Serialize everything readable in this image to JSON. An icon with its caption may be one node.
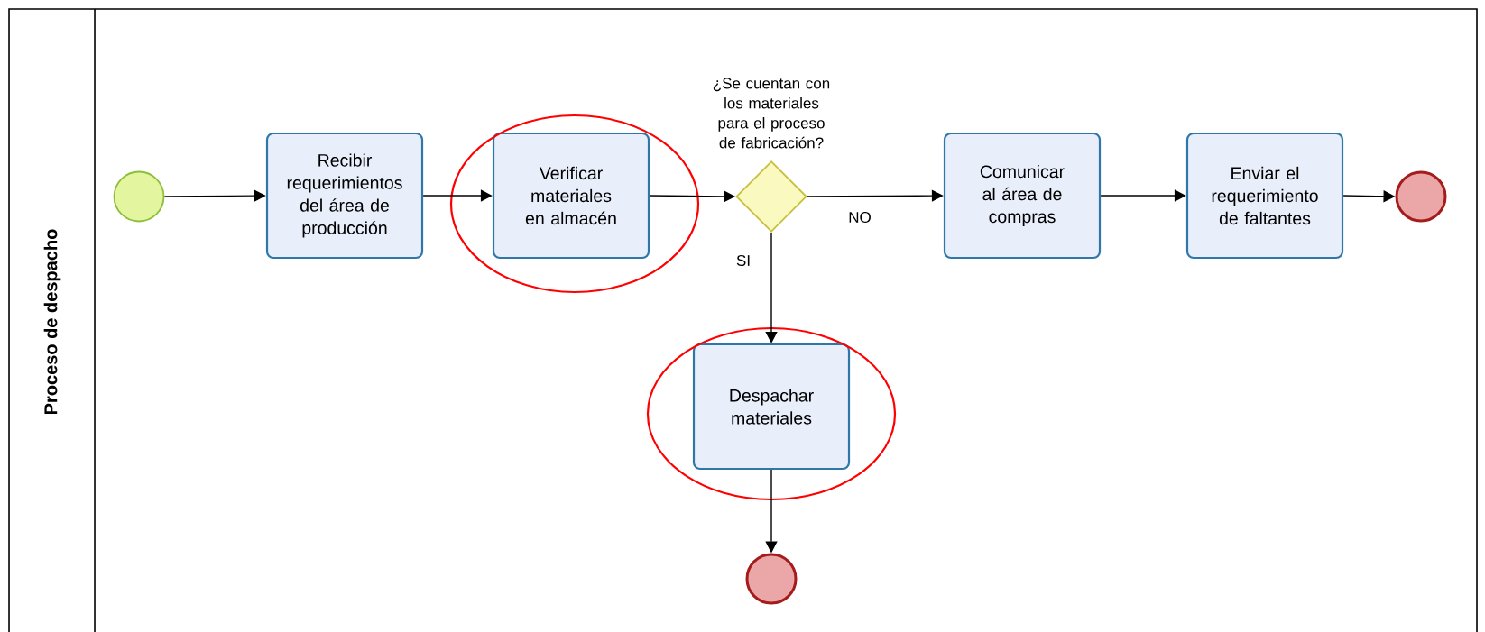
{
  "diagram": {
    "nodes": [
      {
        "text": [
          "Proceso de despacho"
        ]
      },
      {
        "text": [],
        "shape": "circle",
        "in": 0
      },
      {
        "text": [
          "Recibir requerimientos del área de producción"
        ],
        "in": 0
      },
      {
        "text": [
          "Verificar materiales en almacén"
        ],
        "in": 0
      },
      {
        "text": [],
        "shape": "diamond",
        "in": 0,
        "beside": [
          "¿Se cuentan con los materiales para el proceso de fabricación?"
        ]
      },
      {
        "text": [
          "Comunicar al área de compras"
        ],
        "in": 0
      },
      {
        "text": [
          "Enviar el requerimiento de faltantes"
        ],
        "in": 0
      },
      {
        "text": [],
        "shape": "circle",
        "in": 0
      },
      {
        "text": [
          "Despachar materiales"
        ],
        "in": 0
      },
      {
        "text": [],
        "shape": "circle",
        "in": 0
      }
    ],
    "edges": [
      {
        "from": 1,
        "to": 2,
        "arrow": "to"
      },
      {
        "from": 2,
        "to": 3,
        "arrow": "to"
      },
      {
        "from": 3,
        "to": 4,
        "arrow": "to"
      },
      {
        "from": 4,
        "to": 5,
        "arrow": "to",
        "label": "NO"
      },
      {
        "from": 5,
        "to": 6,
        "arrow": "to"
      },
      {
        "from": 6,
        "to": 7,
        "arrow": "to"
      },
      {
        "from": 4,
        "to": 8,
        "arrow": "to",
        "label": "SI"
      },
      {
        "from": 8,
        "to": 9,
        "arrow": "to"
      }
    ]
  }
}
